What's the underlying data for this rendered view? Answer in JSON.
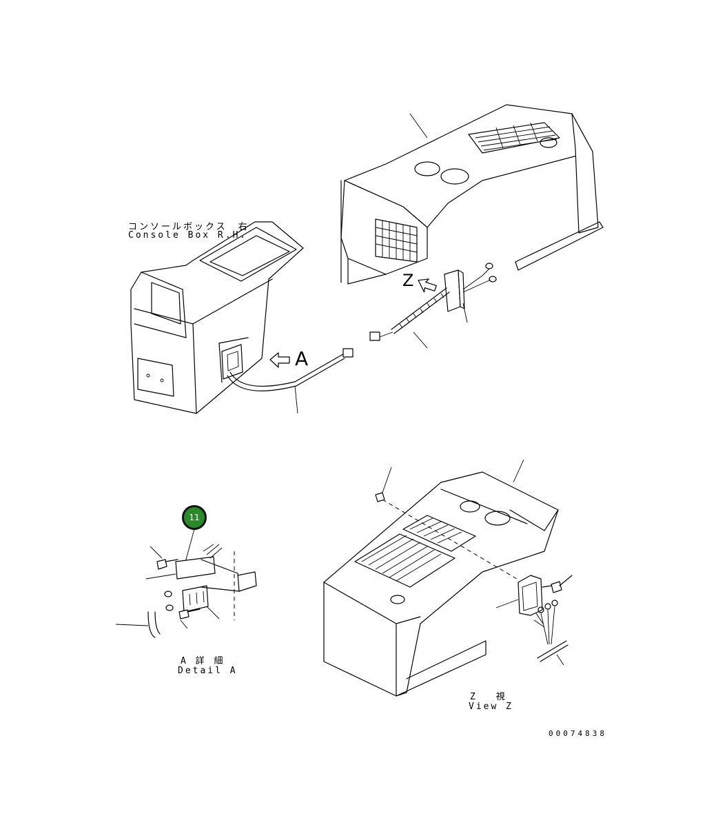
{
  "labels": {
    "console_jp": "コンソールボックス　右",
    "console_en": "Console Box R.H.",
    "arrow_a": "A",
    "arrow_z": "Z",
    "detail_jp": "A 詳 細",
    "detail_en": "Detail A",
    "view_jp": "Z　 視",
    "view_en": "View Z",
    "drawing_number": "00074838"
  },
  "callouts": [
    {
      "number": "11",
      "color": "#2a8a2a"
    }
  ]
}
